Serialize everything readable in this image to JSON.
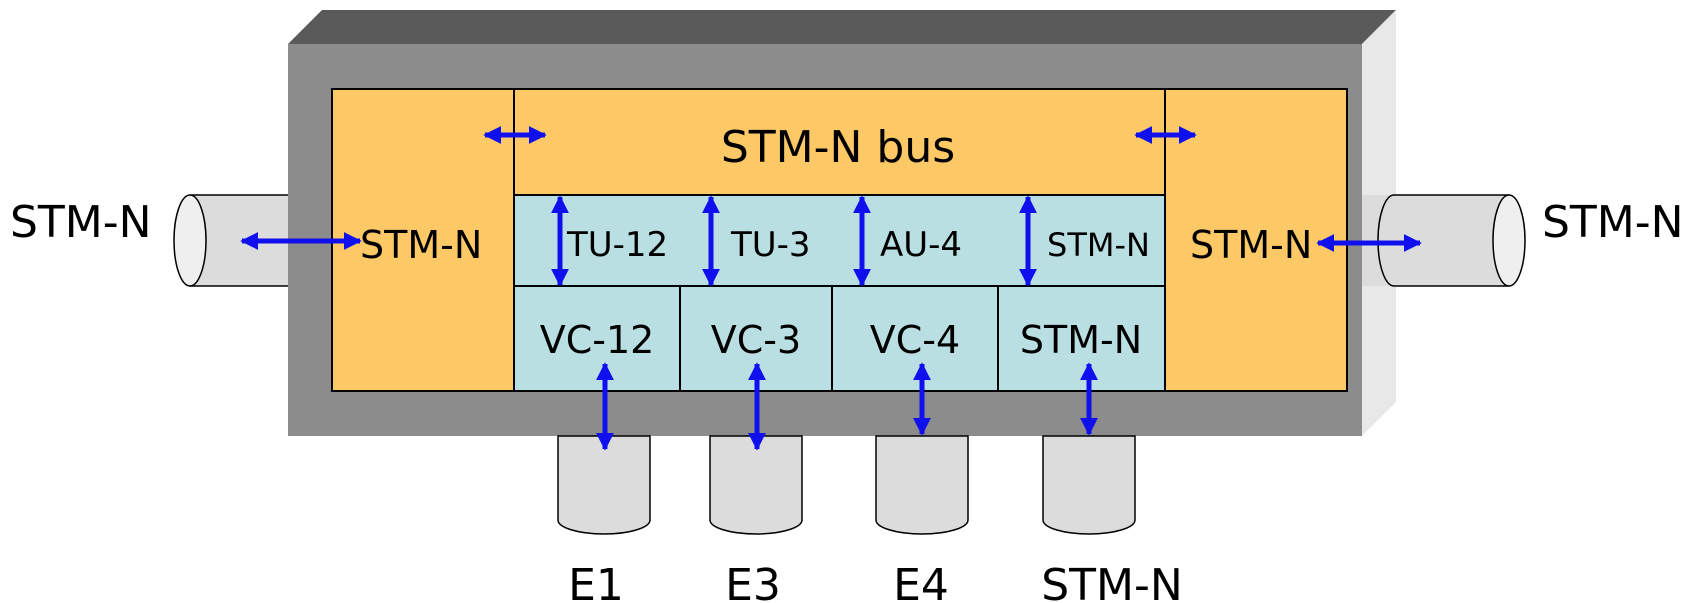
{
  "diagram": {
    "left_port_label": "STM-N",
    "right_port_label": "STM-N",
    "left_block_label": "STM-N",
    "right_block_label": "STM-N",
    "bus_label": "STM-N bus",
    "tu_row": [
      "TU-12",
      "TU-3",
      "AU-4",
      "STM-N"
    ],
    "vc_row": [
      "VC-12",
      "VC-3",
      "VC-4",
      "STM-N"
    ],
    "tributaries": [
      "E1",
      "E3",
      "E4",
      "STM-N"
    ]
  },
  "colors": {
    "box_front": "#8c8c8c",
    "box_top": "#5a5a5a",
    "box_side": "#e8e8e8",
    "orange": "#fdc966",
    "cyan": "#b9dfe2",
    "cylinder": "#dcdcdc",
    "arrow": "#1010ee"
  }
}
